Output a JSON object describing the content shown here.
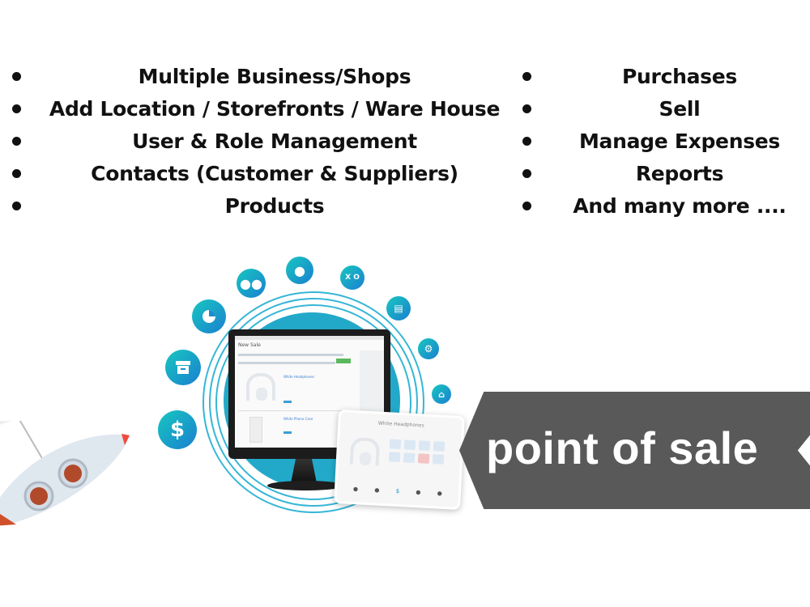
{
  "features": {
    "left": [
      {
        "label": "Multiple Business/Shops"
      },
      {
        "label": "Add Location / Storefronts / Ware House"
      },
      {
        "label": "User & Role Management"
      },
      {
        "label": "Contacts (Customer & Suppliers)"
      },
      {
        "label": "Products"
      }
    ],
    "right": [
      {
        "label": "Purchases"
      },
      {
        "label": "Sell"
      },
      {
        "label": "Manage Expenses"
      },
      {
        "label": "Reports"
      },
      {
        "label": "And many more ...."
      }
    ]
  },
  "illustration": {
    "icons": [
      "dollar-icon",
      "archive-box-icon",
      "pie-chart-icon",
      "users-icon",
      "user-icon",
      "strategy-icon",
      "bank-icon",
      "gears-icon",
      "home-icon"
    ],
    "monitor_screen": {
      "title": "New Sale",
      "items": [
        "White Headphones",
        "White Phone Case"
      ]
    },
    "tablet_screen": {
      "title": "White Headphones"
    },
    "colors": {
      "accent": "#22a9c9",
      "icon_gradient_start": "#18c7c0",
      "icon_gradient_end": "#1a7fd0"
    }
  },
  "banner": {
    "text": "point of sale",
    "background": "#595959",
    "color": "#ffffff"
  }
}
